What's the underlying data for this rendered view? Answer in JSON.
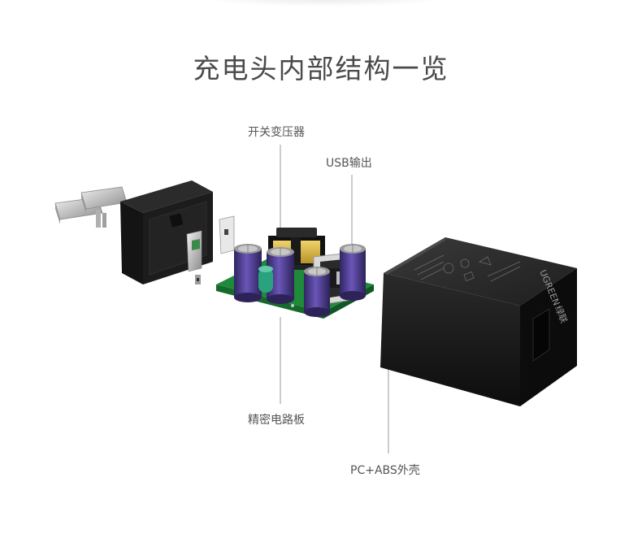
{
  "title": "充电头内部结构一览",
  "callouts": {
    "switch_transformer": "开关变压器",
    "usb_output": "USB输出",
    "pcb": "精密电路板",
    "shell": "PC+ABS外壳"
  },
  "colors": {
    "housing": "#1a1a1a",
    "pcb": "#1f8a3a",
    "capacitor": "#4b3a8c",
    "transformer_core": "#d8b544",
    "inductor": "#2aa27e",
    "pin_metal": "#c9c9c9",
    "leader_line": "#9a9a9a"
  },
  "brand_marks": [
    "UGREEN",
    "绿联"
  ]
}
